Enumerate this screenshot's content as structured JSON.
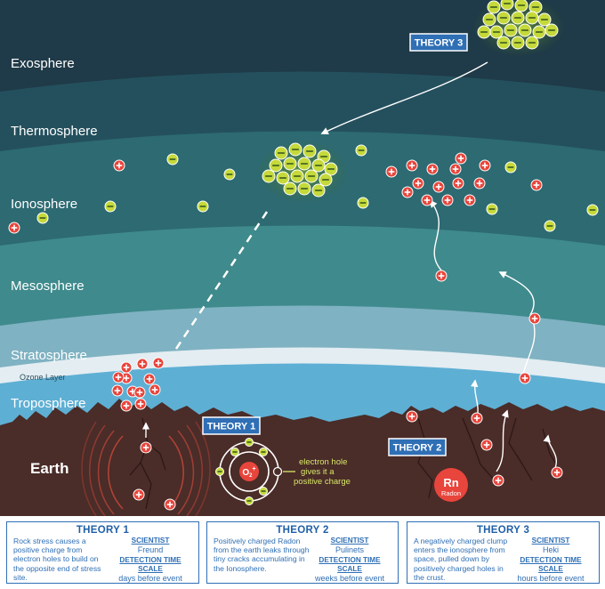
{
  "layers": [
    {
      "name": "Exosphere"
    },
    {
      "name": "Thermosphere"
    },
    {
      "name": "Ionosphere"
    },
    {
      "name": "Mesosphere"
    },
    {
      "name": "Stratosphere"
    },
    {
      "name": "Ozone Layer"
    },
    {
      "name": "Troposphere"
    },
    {
      "name": "Earth"
    }
  ],
  "tags": {
    "theory1": "THEORY 1",
    "theory2": "THEORY 2",
    "theory3": "THEORY 3"
  },
  "annotations": {
    "electron_hole_line1": "electron hole",
    "electron_hole_line2": "gives it a",
    "electron_hole_line3": "positive charge",
    "o2": "O",
    "radon_symbol": "Rn",
    "radon_name": "Radon"
  },
  "theories": [
    {
      "title": "THEORY 1",
      "description": "Rock stress causes a positive charge from electron holes to build on the opposite end of stress site.",
      "scientist_heading": "SCIENTIST",
      "scientist": "Freund",
      "timescale_heading": "DETECTION TIME SCALE",
      "timescale": "days before event"
    },
    {
      "title": "THEORY 2",
      "description": "Positively charged Radon from the earth leaks through tiny cracks accumulating in the Ionosphere.",
      "scientist_heading": "SCIENTIST",
      "scientist": "Pulinets",
      "timescale_heading": "DETECTION TIME SCALE",
      "timescale": "weeks before event"
    },
    {
      "title": "THEORY 3",
      "description": "A negatively charged clump enters the ionosphere from space, pulled down by positively charged holes in the crust.",
      "scientist_heading": "SCIENTIST",
      "scientist": "Heki",
      "timescale_heading": "DETECTION TIME SCALE",
      "timescale": "hours before event"
    }
  ],
  "colors": {
    "positive": "#e8453c",
    "negative": "#c5d93a",
    "earth": "#4a2c28",
    "accent_blue": "#2f6fb5"
  },
  "symbols": {
    "positive": "+",
    "negative": "−"
  }
}
